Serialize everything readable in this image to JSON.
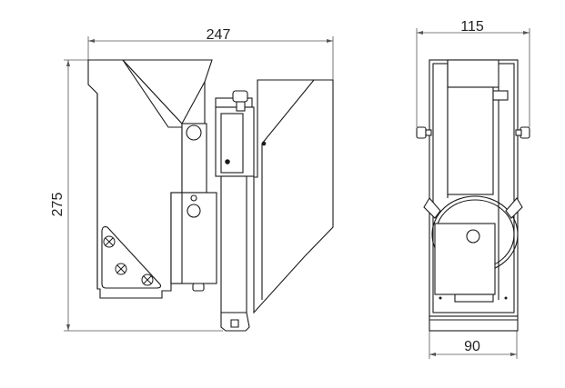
{
  "dimensions": {
    "side_width": "247",
    "side_height": "275",
    "front_width": "115",
    "base_width": "90"
  },
  "colors": {
    "line": "#1a1a1a",
    "dim_line": "#555555",
    "fill": "#ffffff"
  }
}
